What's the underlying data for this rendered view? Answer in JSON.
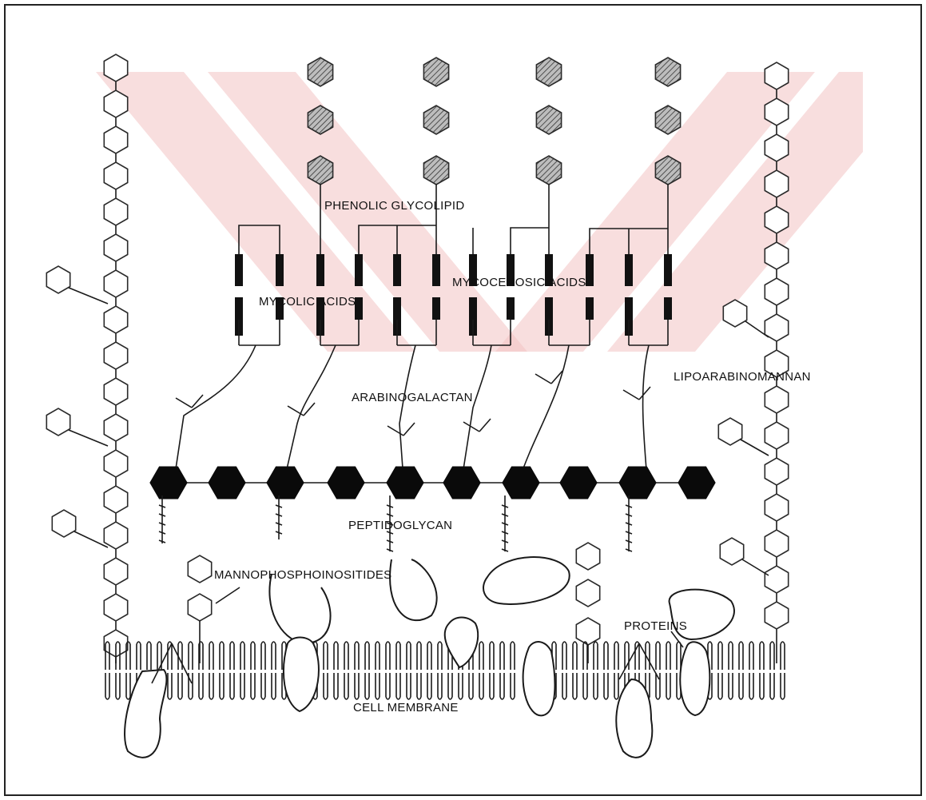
{
  "labels": {
    "phenolic_glycolipid": "PHENOLIC  GLYCOLIPID",
    "mycolic_acids": "MYCOLIC ACIDS",
    "mycocerosic_acids": "MYCOCEROSIC ACIDS",
    "lipoarabinomannan": "LIPOARABINOMANNAN",
    "arabinogalactan": "ARABINOGALACTAN",
    "peptidoglycan": "PEPTIDOGLYCAN",
    "mannophosphoinositides": "MANNOPHOSPHOINOSITIDES",
    "proteins": "PROTEINS",
    "cell_membrane": "CELL MEMBRANE"
  },
  "colors": {
    "ink": "#111111",
    "watermark": "#f2c2c2",
    "background": "#ffffff"
  }
}
